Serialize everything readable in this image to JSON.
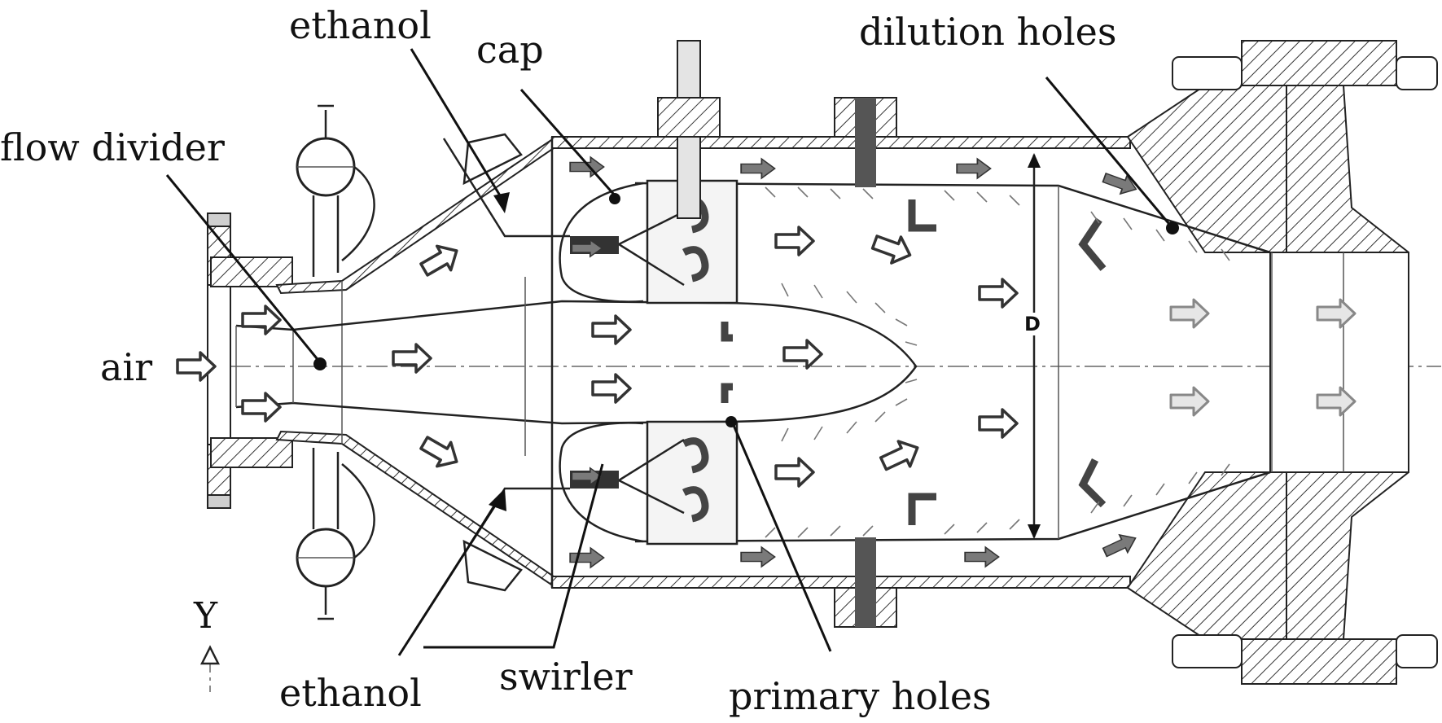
{
  "labels": {
    "ethanol_top": "ethanol",
    "cap": "cap",
    "dilution_holes": "dilution holes",
    "flow_divider": "flow divider",
    "air": "air",
    "axis_y": "Y",
    "ethanol_bottom": "ethanol",
    "swirler": "swirler",
    "primary_holes": "primary holes",
    "dimension_d": "D"
  }
}
